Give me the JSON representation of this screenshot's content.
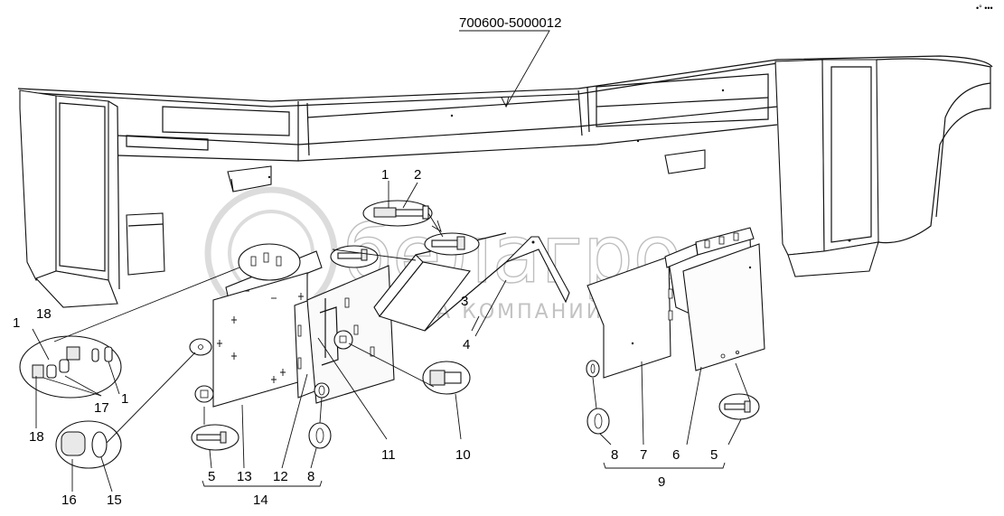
{
  "assembly_number": "700600-5000012",
  "corner_marks": "•° •••",
  "watermark": {
    "brand": "белагро",
    "subtitle": "ГРУППА КОМПАНИЙ"
  },
  "callouts": {
    "c1_top": "1",
    "c2": "2",
    "c3": "3",
    "c4": "4",
    "c18_top": "18",
    "c1_left": "1",
    "c17": "17",
    "c1_right": "1",
    "c18_bottom": "18",
    "c16": "16",
    "c15": "15",
    "c5_left": "5",
    "c13": "13",
    "c12": "12",
    "c8_left": "8",
    "c14": "14",
    "c11": "11",
    "c10": "10",
    "c8_right": "8",
    "c7": "7",
    "c6": "6",
    "c5_right": "5",
    "c9": "9"
  }
}
